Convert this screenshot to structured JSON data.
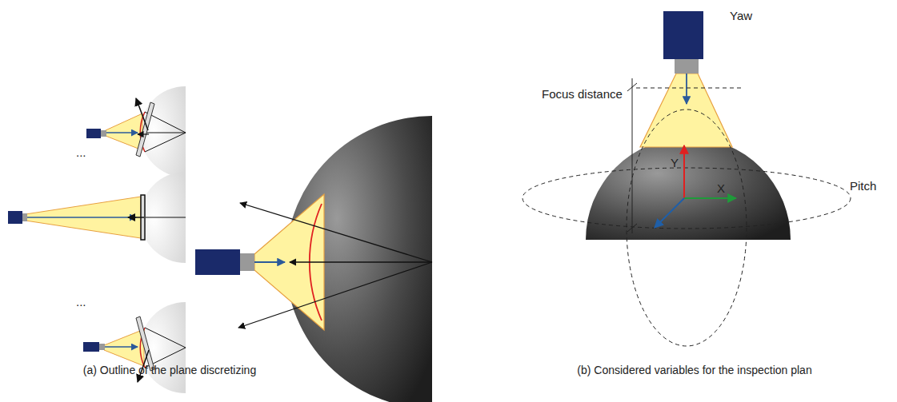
{
  "diagram": {
    "labels": [
      "...",
      "...",
      "Yaw",
      "Focus distance",
      "Y",
      "X",
      "Pitch",
      "(a) Outline of the plane discretizing",
      "(b) Considered variables for the inspection plan"
    ]
  }
}
